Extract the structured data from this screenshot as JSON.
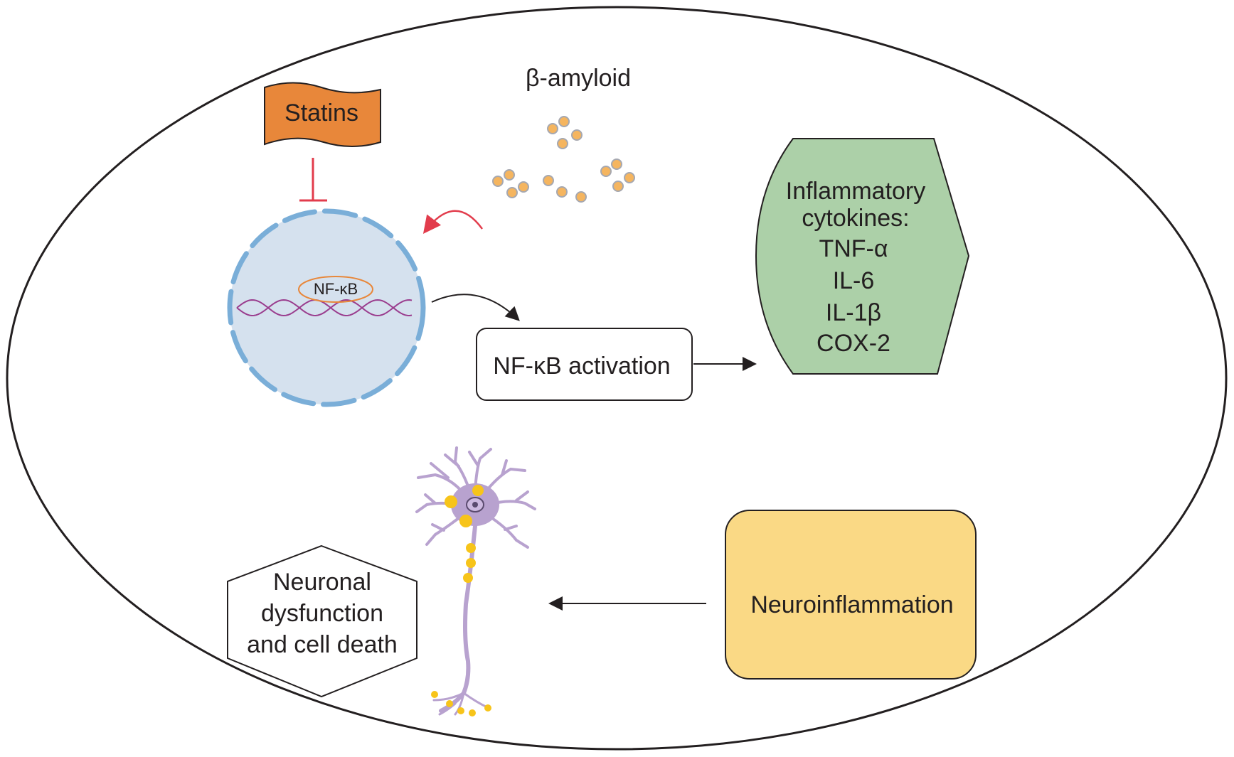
{
  "diagram": {
    "statins_label": "Statins",
    "amyloid_label": "β-amyloid",
    "nucleus_label": "NF-κB",
    "activation_label": "NF-κB activation",
    "cytokines": {
      "title_line1": "Inflammatory",
      "title_line2": "cytokines:",
      "items": [
        "TNF-α",
        "IL-6",
        "IL-1β",
        "COX-2"
      ]
    },
    "neuroinflammation_label": "Neuroinflammation",
    "outcome": {
      "line1": "Neuronal",
      "line2": "dysfunction",
      "line3": "and cell death"
    }
  },
  "colors": {
    "statins_flag": "#e8873a",
    "nucleus_fill": "#d5e1ee",
    "nucleus_border": "#7aaed8",
    "cytokine_fill": "#acd0a8",
    "neuroinflammation_fill": "#fad985",
    "amyloid_particle": "#f5b55f",
    "amyloid_outline": "#a6a8b0",
    "inhibition": "#e23c4c",
    "nfkb_ring": "#e8873a",
    "dna": "#9a3d8e",
    "neuron": "#b8a2cf",
    "neuron_dots": "#f7c41a"
  }
}
